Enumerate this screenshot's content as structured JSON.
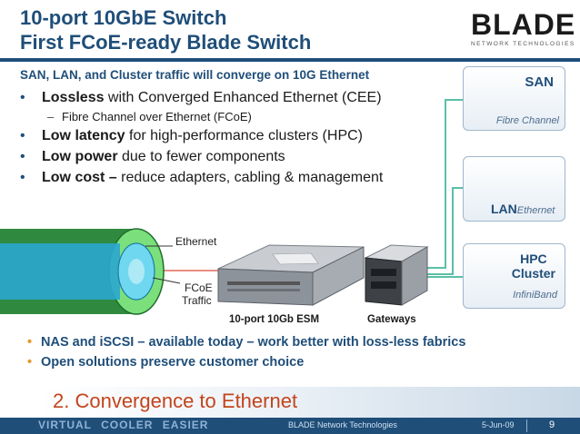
{
  "slide": {
    "title_line1": "10-port 10GbE Switch",
    "title_line2": "First FCoE-ready Blade Switch",
    "subtitle": "SAN, LAN, and Cluster traffic will converge on 10G Ethernet"
  },
  "logo": {
    "word": "BLADE",
    "tagline": "NETWORK TECHNOLOGIES"
  },
  "bullets": [
    {
      "bold": "Lossless",
      "text": " with Converged Enhanced Ethernet (CEE)"
    },
    {
      "sub": "Fibre Channel over Ethernet (FCoE)"
    },
    {
      "bold": "Low latency",
      "text": " for high-performance clusters (HPC)"
    },
    {
      "bold": "Low power",
      "text": " due to fewer components"
    },
    {
      "bold": "Low cost –",
      "text": " reduce adapters, cabling & management"
    }
  ],
  "panels": {
    "san": {
      "title": "SAN",
      "subtitle": "Fibre Channel"
    },
    "lan": {
      "title": "LAN",
      "subtitle": "Ethernet"
    },
    "hpc": {
      "title": "HPC Cluster",
      "title_line1": "HPC",
      "title_line2": "Cluster",
      "subtitle": "InfiniBand"
    }
  },
  "diagram": {
    "cable_ethernet": "Ethernet",
    "cable_fcoe_line1": "FCoE",
    "cable_fcoe_line2": "Traffic",
    "switch_label": "10-port 10Gb ESM",
    "gateway_label": "Gateways"
  },
  "bullets2": [
    "NAS and iSCSI – available today – work better with loss-less fabrics",
    "Open solutions preserve customer choice"
  ],
  "section": {
    "title": "2.  Convergence to Ethernet"
  },
  "footer": {
    "tagline": "VIRTUAL  COOLER  EASIER",
    "company": "BLADE Network Technologies",
    "date": "5-Jun-09",
    "page": "9"
  },
  "colors": {
    "title": "#1f4e79",
    "accent_line": "#5bbfa6",
    "section_text": "#c3441c",
    "cable_outer": "#2f8a3f",
    "cable_inner": "#32b0d3",
    "fcoe_line": "#e46a5a",
    "footer_bg": "#1f4e79"
  }
}
